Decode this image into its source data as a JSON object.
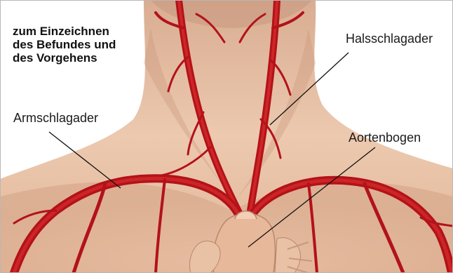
{
  "note": {
    "lines": [
      "zum Einzeichnen",
      "des Befundes und",
      "des Vorgehens"
    ]
  },
  "labels": {
    "halsschlagader": "Halsschlagader",
    "armschlagader": "Armschlagader",
    "aortenbogen": "Aortenbogen"
  },
  "colors": {
    "background": "#ffffff",
    "skin": "#e9c6ab",
    "skin_shadow": "#cf9f83",
    "artery": "#c8161b",
    "artery_dark": "#8e0c10",
    "heart": "#e7b89a",
    "leader_line": "#111111"
  }
}
